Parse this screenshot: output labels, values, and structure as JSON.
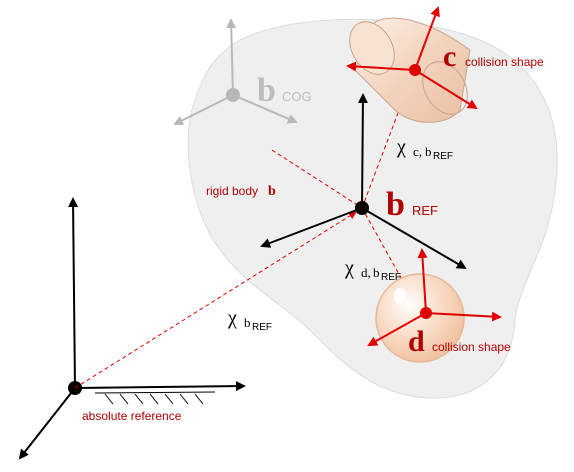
{
  "labels": {
    "rigid_body": "rigid body",
    "rigid_body_symbol": "b",
    "cog_symbol": "b",
    "cog_sub": "COG",
    "ref_symbol": "b",
    "ref_sub": "REF",
    "c_symbol": "c",
    "c_text": "collision shape",
    "d_symbol": "d",
    "d_text": "collision shape",
    "absolute_reference": "absolute reference",
    "chi": "χ",
    "chi_bref_sub_b": "b",
    "chi_bref_sub_ref": "REF",
    "chi_c_sub_c": "c,",
    "chi_c_sub_b": "b",
    "chi_c_sub_ref": "REF",
    "chi_d_sub_d": "d,",
    "chi_d_sub_b": "b",
    "chi_d_sub_ref": "REF"
  },
  "colors": {
    "accent_red": "#e00000",
    "label_red": "#b00000",
    "black": "#000000",
    "grey_frame": "#b8b8b8",
    "body_fill": "#efefef",
    "shape_fill": "#f5d6c0"
  },
  "icons": {
    "ground_hatch": "ground-hatch-icon"
  }
}
